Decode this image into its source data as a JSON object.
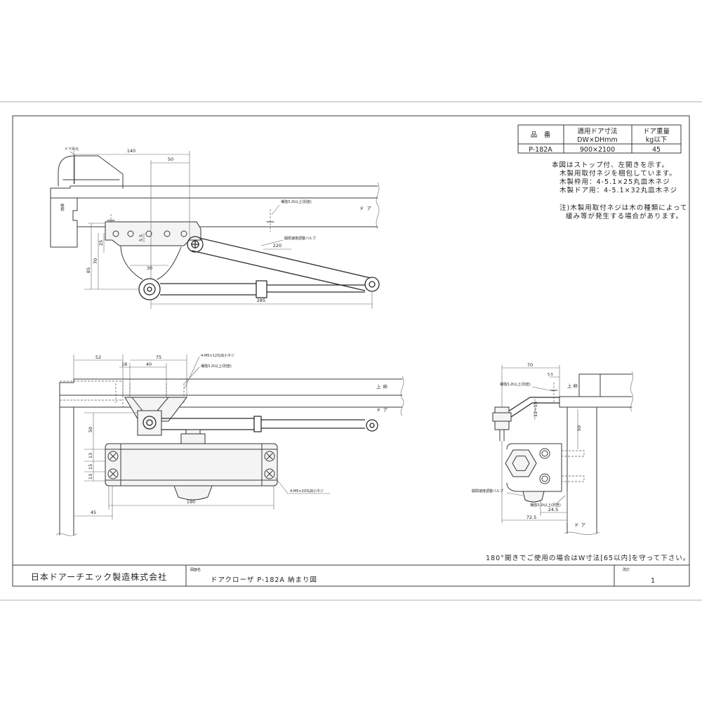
{
  "spec_table": {
    "part_header": "品　番",
    "size_header_1": "適用ドア寸法",
    "size_header_2": "DW×DHmm",
    "weight_header_1": "ドア重量",
    "weight_header_2": "kg以下",
    "part": "P-182A",
    "size": "900×2100",
    "weight": "45"
  },
  "notes": {
    "line1": "本図はストップ付、左開きを示す。",
    "line2": "木製用取付ネジを梱包しています。",
    "line3": "木製枠用：4-5.1×25丸皿木ネジ",
    "line4": "木製ドア用：4-5.1×32丸皿木ネジ",
    "caution1": "注)木製用取付ネジは木の種類によって",
    "caution2": "緩み等が発生する場合があります。"
  },
  "top_view": {
    "hinge_label": "ドア吊元",
    "frame_label": "竪枠",
    "door_label": "ドア",
    "reinforcement": "補強3.2t以上(別途)",
    "valve": "開閉速度調整バルブ",
    "dim_140": "140",
    "dim_50": "50",
    "dim_220": "220",
    "dim_25": "25",
    "dim_5_5": "5.5",
    "dim_70": "70",
    "dim_85": "85",
    "dim_30": "30",
    "dim_285": "285"
  },
  "front_view": {
    "dim_52": "52",
    "dim_75": "75",
    "dim_18": "18",
    "dim_40": "40",
    "screw_top": "4-M5×12丸皿小ネジ",
    "reinforcement": "補強3.2t以上(別途)",
    "head_frame": "上枠",
    "door": "ドア",
    "dim_50": "50",
    "dim_13a": "13",
    "dim_15": "15",
    "dim_13b": "13",
    "screw_body": "4-M5×20丸皿小ネジ",
    "dim_190": "190",
    "dim_45": "45"
  },
  "side_view": {
    "dim_70": "70",
    "dim_5_5": "5.5",
    "reinforcement_top": "補強3.2t以上(別途)",
    "head_frame": "上枠",
    "dim_12_15": "12~15",
    "dim_50": "50",
    "valve": "開閉速度調整バルブ",
    "reinforcement_bottom": "補強3.2t以上(別途)",
    "dim_24_5": "24.5",
    "dim_72_5": "72.5",
    "door": "ドア"
  },
  "note_180": "180°開きでご使用の場合はW寸法[65以内]を守って下さい。",
  "title_block": {
    "company": "日本ドアーチエック製造株式会社",
    "drawing_name_label": "図面名",
    "drawing_name": "ドアクローザ P-182A 納まり図",
    "revision_label": "改訂",
    "revision": "1"
  }
}
